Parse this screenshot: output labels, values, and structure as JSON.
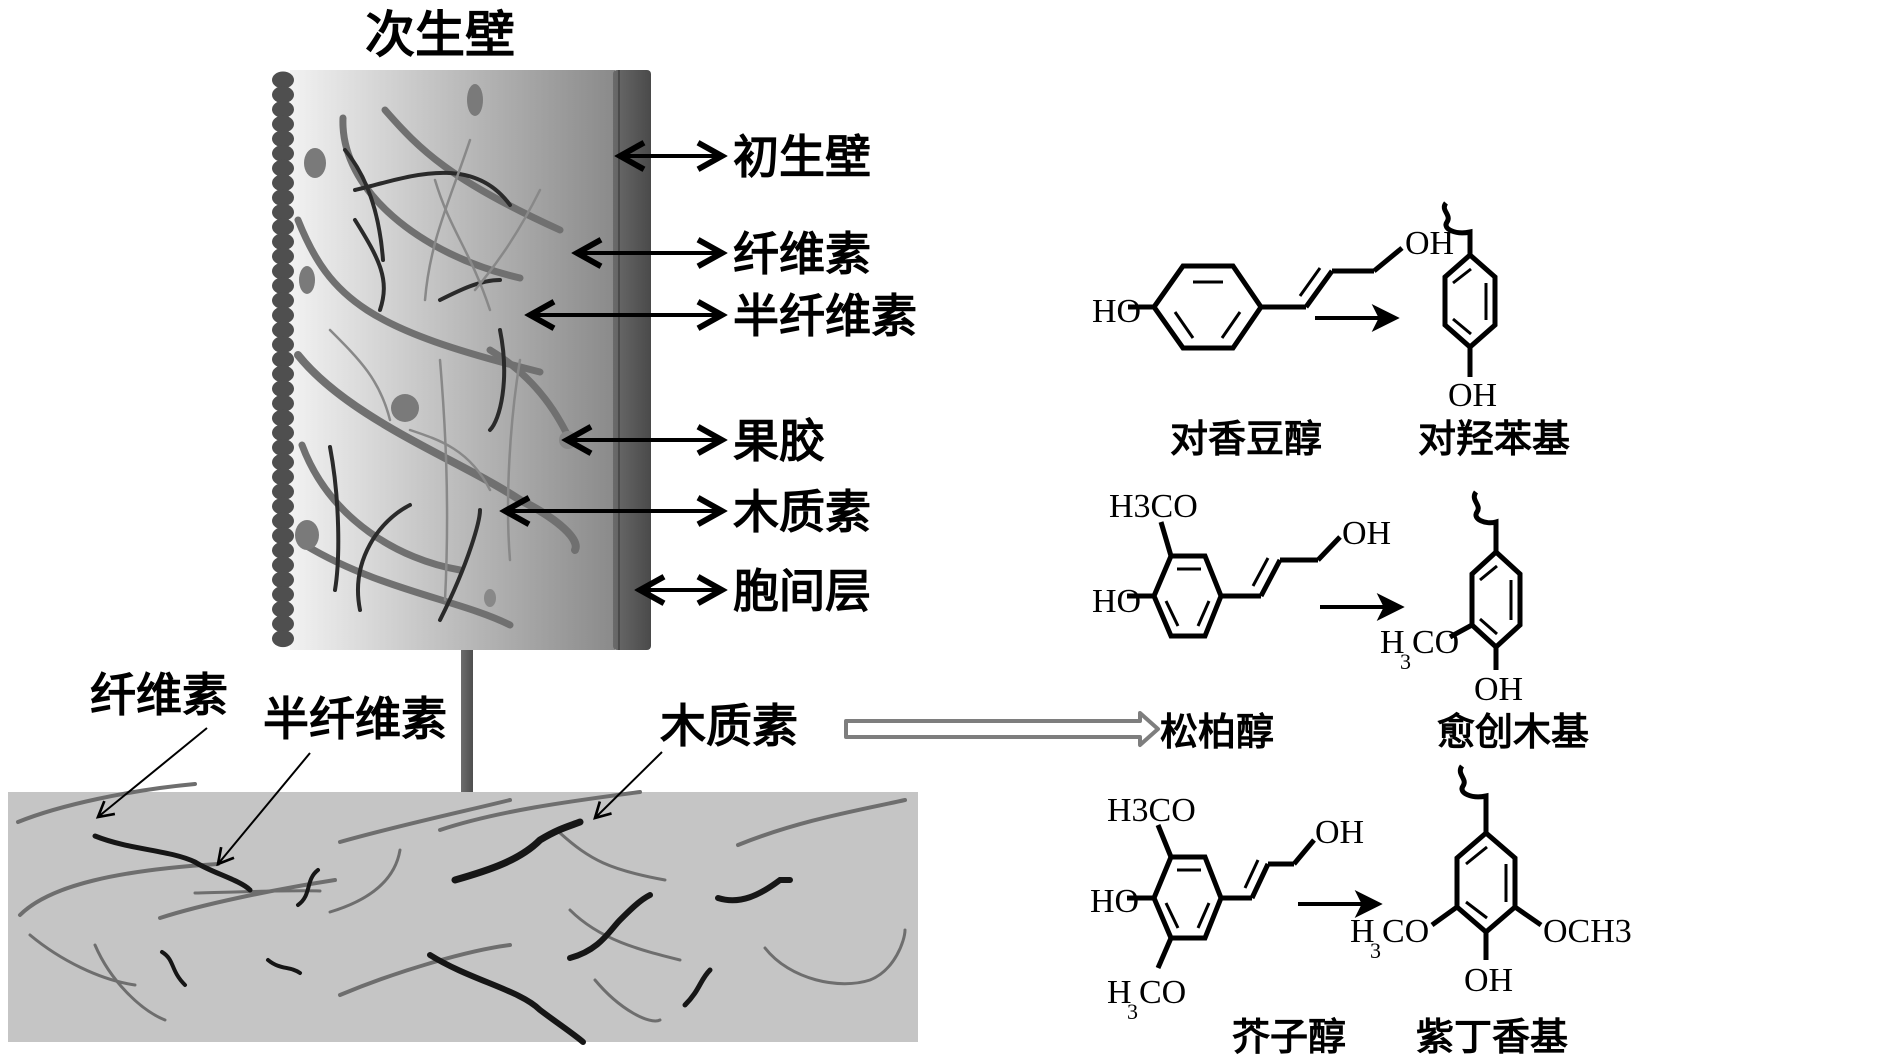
{
  "cell_wall": {
    "title": "次生壁",
    "labels": {
      "primary_wall": "初生壁",
      "cellulose": "纤维素",
      "hemicellulose": "半纤维素",
      "pectin": "果胶",
      "lignin": "木质素",
      "middle_lamella": "胞间层"
    }
  },
  "matrix": {
    "labels": {
      "cellulose": "纤维素",
      "hemicellulose": "半纤维素",
      "lignin": "木质素"
    }
  },
  "monolignols": [
    {
      "name": "对香豆醇",
      "unit_name": "对羟苯基",
      "substituents": {
        "oh": "OH",
        "ho": "HO"
      }
    },
    {
      "name": "松柏醇",
      "unit_name": "愈创木基",
      "substituents": {
        "oh": "OH",
        "ho": "HO",
        "methoxy_left": "H3CO"
      }
    },
    {
      "name": "芥子醇",
      "unit_name": "紫丁香基",
      "substituents": {
        "oh": "OH",
        "ho": "HO",
        "methoxy_left": "H3CO",
        "methoxy_right": "OCH3"
      }
    }
  ],
  "chem_text": {
    "H": "H",
    "three": "3",
    "CO": "CO",
    "OC": "OC",
    "OH": "OH",
    "HO": "HO"
  },
  "colors": {
    "wall_light": "#eeeeee",
    "wall_mid": "#a8a8a8",
    "primary_wall": "#5a5a5a",
    "membrane_beads": "#4f4f4f",
    "matrix_bg": "#c6c6c6",
    "fiber_gray": "#6b6b6b",
    "fiber_dark": "#1c1c1c"
  }
}
